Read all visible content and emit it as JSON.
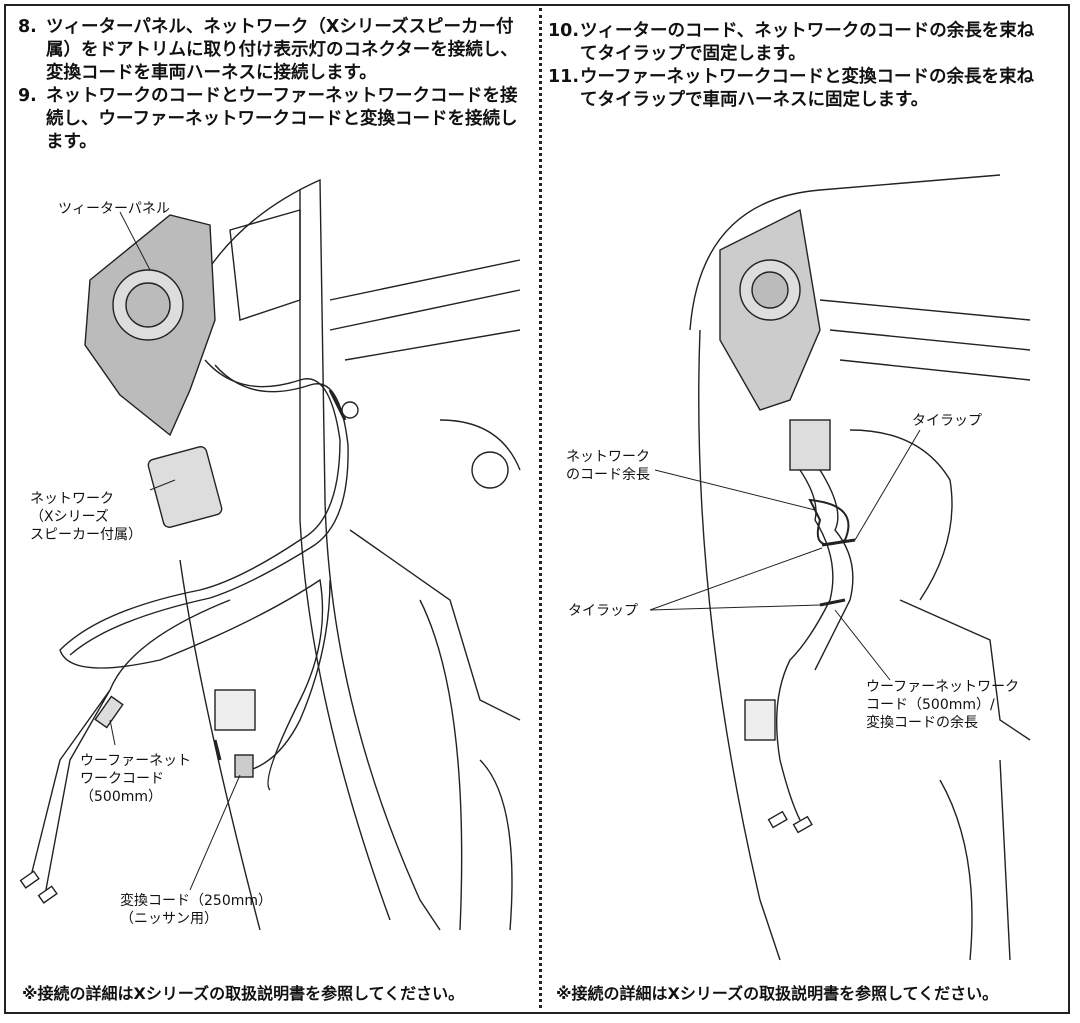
{
  "left": {
    "steps": [
      {
        "num": "8.",
        "text": "ツィーターパネル、ネットワーク（Xシリーズスピーカー付属）をドアトリムに取り付け表示灯のコネクターを接続し、変換コードを車両ハーネスに接続します。"
      },
      {
        "num": "9.",
        "text": "ネットワークのコードとウーファーネットワークコードを接続し、ウーファーネットワークコードと変換コードを接続します。"
      }
    ],
    "labels": {
      "tweeter_panel": "ツィーターパネル",
      "network": "ネットワーク\n（Xシリーズ\nスピーカー付属）",
      "woofer_cord": "ウーファーネット\nワークコード\n（500mm）",
      "adapter_cord": "変換コード（250mm）\n（ニッサン用）"
    },
    "note": "※接続の詳細はXシリーズの取扱説明書を参照してください。"
  },
  "right": {
    "steps": [
      {
        "num": "10.",
        "text": "ツィーターのコード、ネットワークのコードの余長を束ねてタイラップで固定します。"
      },
      {
        "num": "11.",
        "text": "ウーファーネットワークコードと変換コードの余長を束ねてタイラップで車両ハーネスに固定します。"
      }
    ],
    "labels": {
      "tie_wrap_1": "タイラップ",
      "network_slack": "ネットワーク\nのコード余長",
      "tie_wrap_2": "タイラップ",
      "woofer_slack": "ウーファーネットワーク\nコード（500mm）/\n変換コードの余長"
    },
    "note": "※接続の詳細はXシリーズの取扱説明書を参照してください。"
  }
}
